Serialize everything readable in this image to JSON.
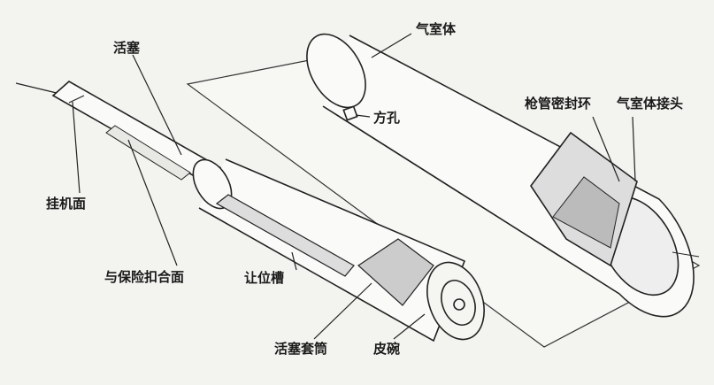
{
  "labels": {
    "air_chamber": "气室体",
    "piston": "活塞",
    "barrel_seal_ring": "枪管密封环",
    "air_chamber_joint": "气室体接头",
    "square_hole": "方孔",
    "hook_surface": "挂机面",
    "safety_catch_surface": "与保险扣合面",
    "clearance_groove": "让位槽",
    "piston_sleeve": "活塞套筒",
    "leather_cup": "皮碗"
  }
}
